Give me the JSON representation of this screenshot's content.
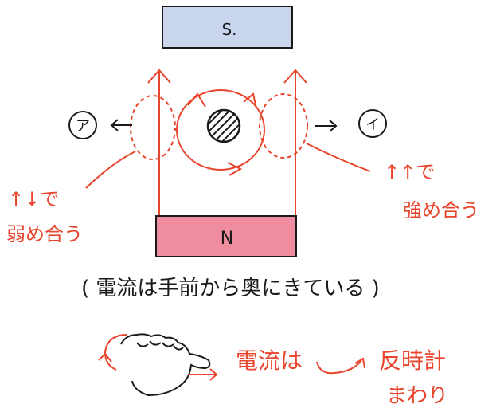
{
  "magnets": {
    "top_label": "S.",
    "bottom_label": "N"
  },
  "labels": {
    "a_mark": "ア",
    "i_mark": "イ",
    "weaken_arrows": "↑↓で",
    "weaken_text": "弱め合う",
    "strengthen_arrows": "↑↑で",
    "strengthen_text": "強め合う",
    "caption": "( 電流は手前から奥にきている )",
    "rule_text": "電流は",
    "rule_result": "反時計",
    "rule_result2": "まわり"
  },
  "colors": {
    "ink": "#1a1a1a",
    "red": "#e8452c",
    "s_magnet_fill": "#c9d6ee",
    "n_magnet_fill": "#f08ca0"
  }
}
